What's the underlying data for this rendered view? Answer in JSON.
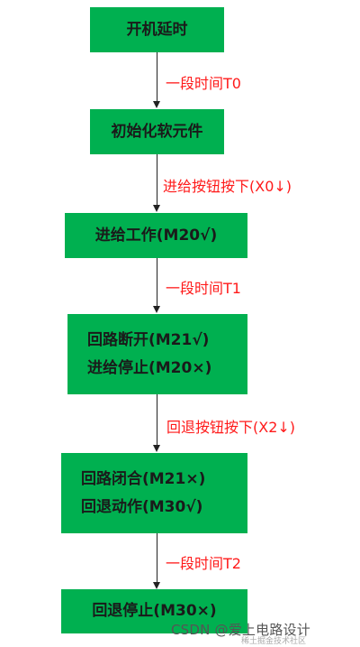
{
  "steps": [
    {
      "lines": [
        "开机延时"
      ]
    },
    {
      "lines": [
        "初始化软元件"
      ]
    },
    {
      "lines": [
        "进给工作(M20√)"
      ]
    },
    {
      "lines": [
        "回路断开(M21√)",
        "进给停止(M20×)"
      ]
    },
    {
      "lines": [
        "回路闭合(M21×)",
        "回退动作(M30√)"
      ]
    },
    {
      "lines": [
        "回退停止(M30×)"
      ]
    }
  ],
  "transitions": [
    "一段时间T0",
    "进给按钮按下(X0↓)",
    "一段时间T1",
    "回退按钮按下(X2↓)",
    "一段时间T2"
  ],
  "watermark": "CSDN @爱上电路设计",
  "watermark_small": "稀土掘金技术社区",
  "colors": {
    "box": "#00B050",
    "label": "#FF1A1A",
    "arrow": "#222222"
  }
}
